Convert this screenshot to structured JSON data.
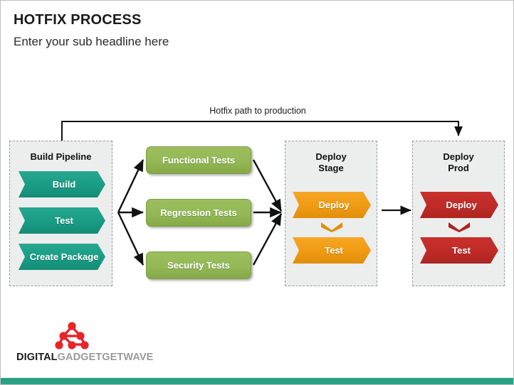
{
  "slide": {
    "title": "HOTFIX PROCESS",
    "subtitle": "Enter your sub headline here",
    "accent_bar_color": "#2aa185",
    "background_color": "#ffffff"
  },
  "hotfix_path": {
    "label": "Hotfix path to production",
    "from": "Build Pipeline",
    "to": "Deploy Prod"
  },
  "stages": [
    {
      "id": "build-pipeline",
      "title": "Build Pipeline",
      "title_lines": [
        "Build Pipeline"
      ],
      "color": "#199c84",
      "steps": [
        {
          "label": "Build"
        },
        {
          "label": "Test"
        },
        {
          "label": "Create Package"
        }
      ]
    },
    {
      "id": "deploy-stage",
      "title": "Deploy Stage",
      "title_lines": [
        "Deploy",
        "Stage"
      ],
      "color": "#f09a13",
      "steps": [
        {
          "label": "Deploy"
        },
        {
          "label": "Test"
        }
      ]
    },
    {
      "id": "deploy-prod",
      "title": "Deploy Prod",
      "title_lines": [
        "Deploy",
        "Prod"
      ],
      "color": "#bf2b27",
      "steps": [
        {
          "label": "Deploy"
        },
        {
          "label": "Test"
        }
      ]
    }
  ],
  "tests": {
    "color": "#93b855",
    "items": [
      {
        "label": "Functional Tests"
      },
      {
        "label": "Regression Tests"
      },
      {
        "label": "Security Tests"
      }
    ]
  },
  "logo": {
    "text_bold": "DIGITAL",
    "text_light": "GADGETGETWAVE",
    "mark_color": "#e8242a",
    "bold_color": "#1c1c1c",
    "light_color": "#9b9b9b"
  }
}
